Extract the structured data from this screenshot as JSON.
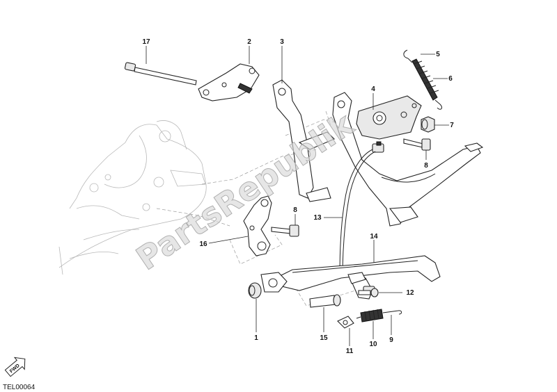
{
  "diagram": {
    "code": "TEL00064",
    "watermark": "PartsRepublik",
    "fwd_badge": "FWD",
    "labels": {
      "p1": "1",
      "p2": "2",
      "p3": "3",
      "p4": "4",
      "p5": "5",
      "p6": "6",
      "p7": "7",
      "p8a": "8",
      "p8b": "8",
      "p9": "9",
      "p10": "10",
      "p11": "11",
      "p12": "12",
      "p13": "13",
      "p14": "14",
      "p15": "15",
      "p16": "16",
      "p17": "17"
    }
  }
}
